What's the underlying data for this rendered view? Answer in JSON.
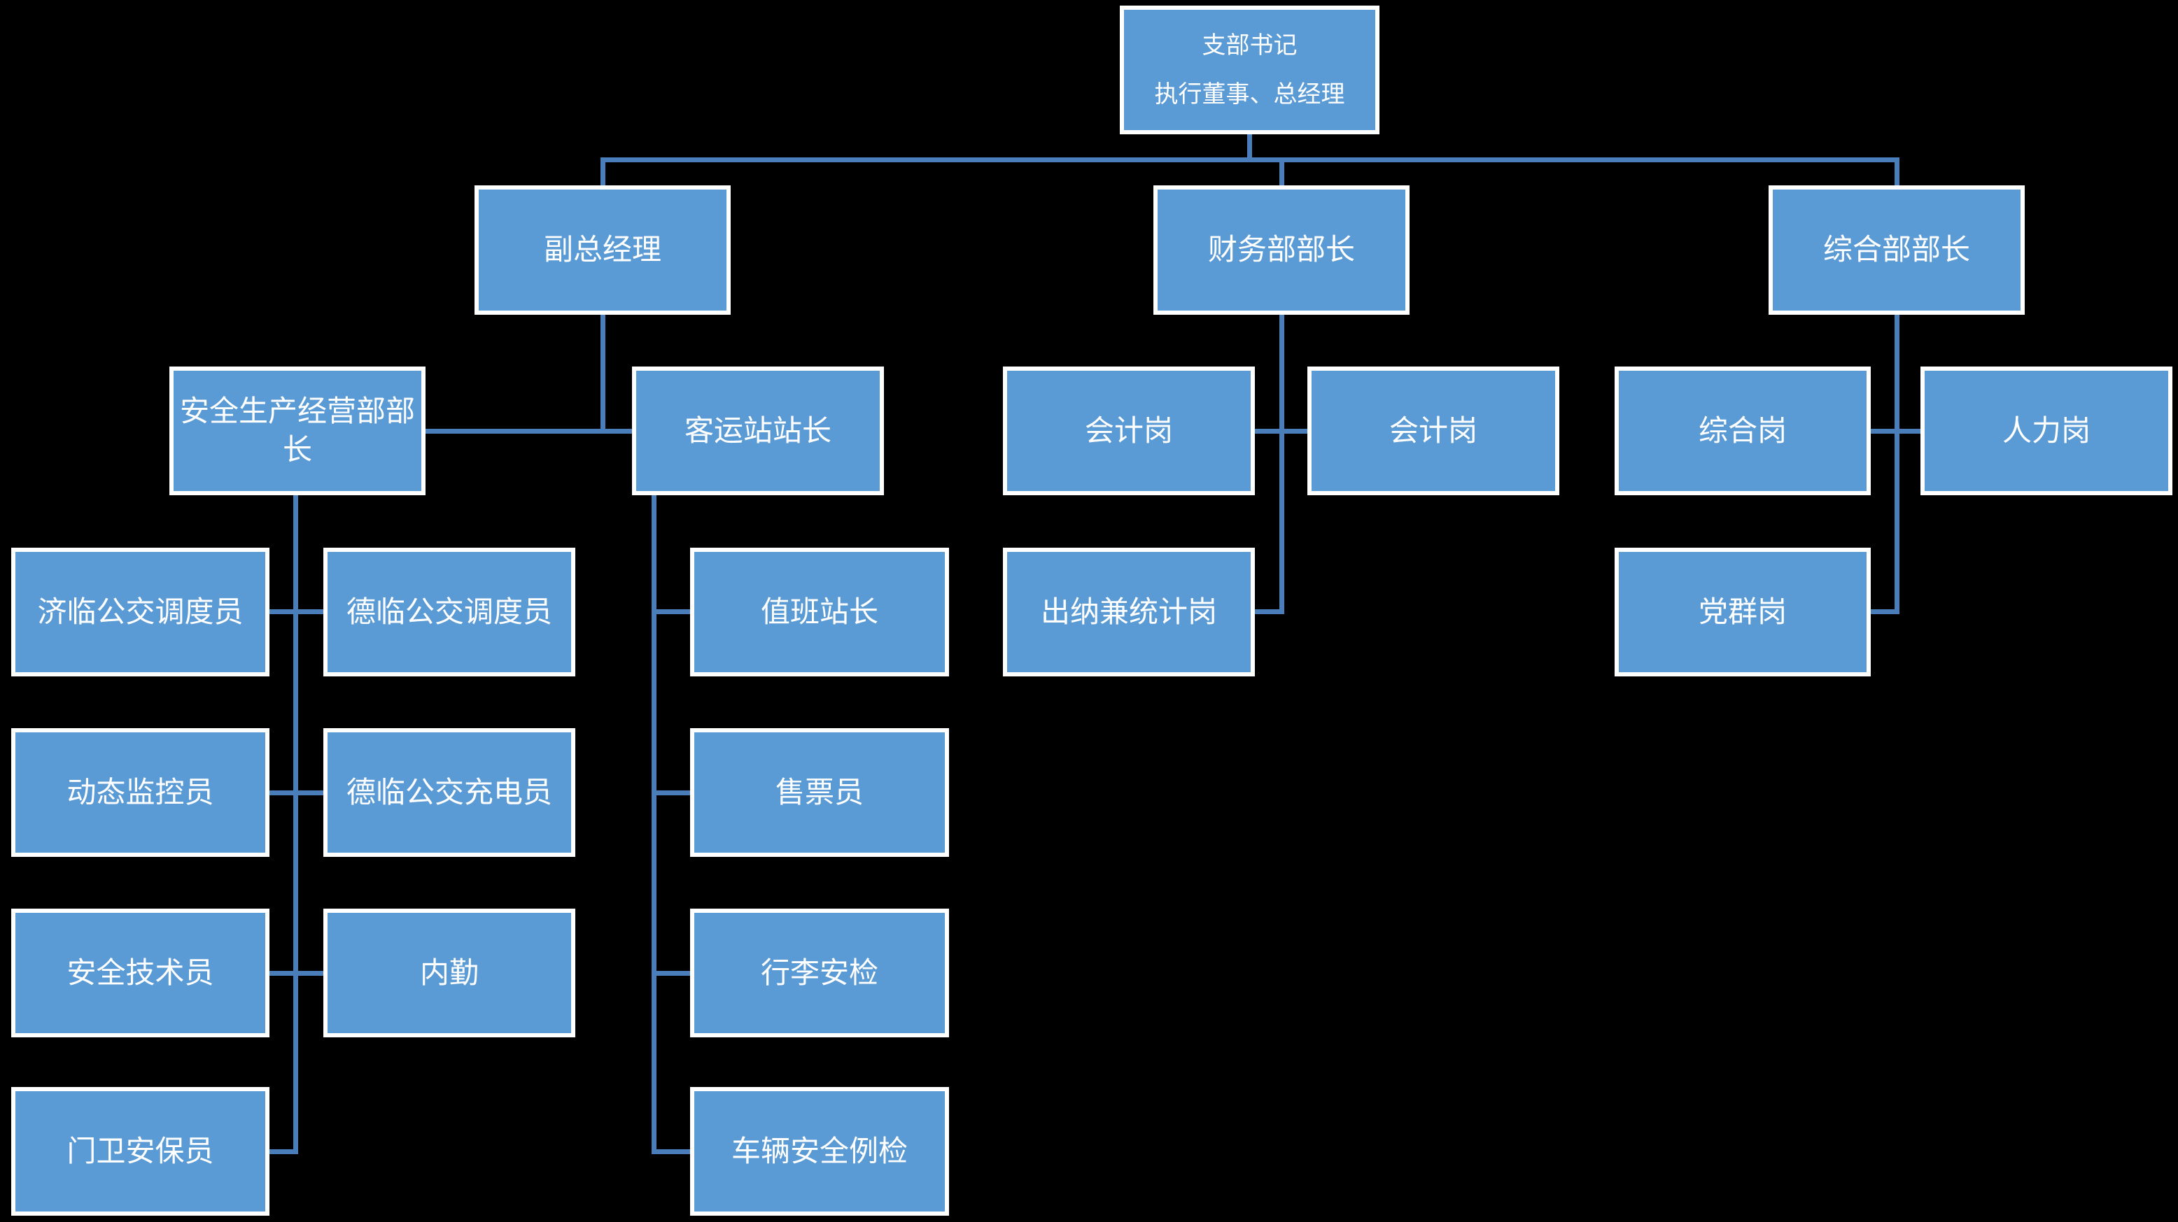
{
  "colors": {
    "background": "#000000",
    "box_fill": "#5b9bd5",
    "box_border": "#ffffff",
    "connector": "#4a7ebb",
    "text": "#ffffff"
  },
  "nodes": [
    {
      "id": "root",
      "lines": [
        "支部书记",
        "执行董事、总经理"
      ],
      "label": "支部书记 执行董事、总经理"
    },
    {
      "id": "deputy",
      "label": "副总经理"
    },
    {
      "id": "finance",
      "label": "财务部部长"
    },
    {
      "id": "general",
      "label": "综合部部长"
    },
    {
      "id": "safety",
      "label": "安全生产经营部部长"
    },
    {
      "id": "station",
      "label": "客运站站长"
    },
    {
      "id": "acct1",
      "label": "会计岗"
    },
    {
      "id": "acct2",
      "label": "会计岗"
    },
    {
      "id": "genpost",
      "label": "综合岗"
    },
    {
      "id": "hrpost",
      "label": "人力岗"
    },
    {
      "id": "jilin",
      "label": "济临公交调度员"
    },
    {
      "id": "delind",
      "label": "德临公交调度员"
    },
    {
      "id": "duty",
      "label": "值班站长"
    },
    {
      "id": "cashier",
      "label": "出纳兼统计岗"
    },
    {
      "id": "party",
      "label": "党群岗"
    },
    {
      "id": "dynamic",
      "label": "动态监控员"
    },
    {
      "id": "delinc",
      "label": "德临公交充电员"
    },
    {
      "id": "ticket",
      "label": "售票员"
    },
    {
      "id": "satech",
      "label": "安全技术员"
    },
    {
      "id": "clerk",
      "label": "内勤"
    },
    {
      "id": "luggage",
      "label": "行李安检"
    },
    {
      "id": "gate",
      "label": "门卫安保员"
    },
    {
      "id": "vehicle",
      "label": "车辆安全例检"
    }
  ],
  "org_tree": {
    "label": "支部书记 执行董事、总经理",
    "children": [
      {
        "label": "副总经理",
        "children": [
          {
            "label": "安全生产经营部部长",
            "children": [
              {
                "label": "济临公交调度员"
              },
              {
                "label": "德临公交调度员"
              },
              {
                "label": "动态监控员"
              },
              {
                "label": "德临公交充电员"
              },
              {
                "label": "安全技术员"
              },
              {
                "label": "内勤"
              },
              {
                "label": "门卫安保员"
              }
            ]
          },
          {
            "label": "客运站站长",
            "children": [
              {
                "label": "值班站长"
              },
              {
                "label": "售票员"
              },
              {
                "label": "行李安检"
              },
              {
                "label": "车辆安全例检"
              }
            ]
          }
        ]
      },
      {
        "label": "财务部部长",
        "children": [
          {
            "label": "会计岗"
          },
          {
            "label": "会计岗"
          },
          {
            "label": "出纳兼统计岗"
          }
        ]
      },
      {
        "label": "综合部部长",
        "children": [
          {
            "label": "综合岗"
          },
          {
            "label": "人力岗"
          },
          {
            "label": "党群岗"
          }
        ]
      }
    ]
  }
}
